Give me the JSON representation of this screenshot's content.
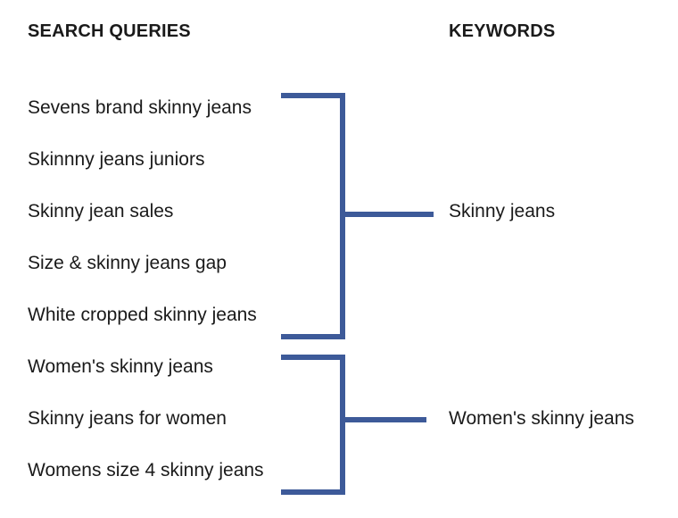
{
  "headings": {
    "queries": "SEARCH QUERIES",
    "keywords": "KEYWORDS"
  },
  "colors": {
    "bracket": "#3d5a99",
    "text": "#1a1a1a"
  },
  "groups": [
    {
      "keyword": "Skinny jeans",
      "queries": [
        "Sevens brand skinny jeans",
        "Skinnny jeans juniors",
        "Skinny jean sales",
        "Size & skinny jeans gap",
        "White cropped skinny jeans"
      ]
    },
    {
      "keyword": "Women's skinny jeans",
      "queries": [
        "Women's skinny jeans",
        "Skinny jeans for women",
        "Womens size 4 skinny jeans"
      ]
    }
  ]
}
